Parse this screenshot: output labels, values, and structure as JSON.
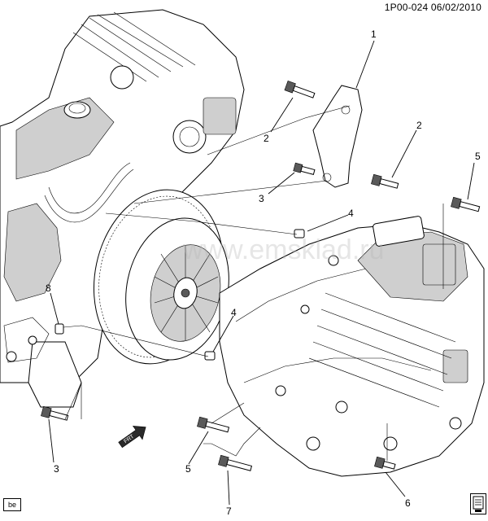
{
  "header": {
    "text": "1P00-024  06/02/2010"
  },
  "watermark": {
    "text": "www.emsklad.ru"
  },
  "front_arrow": {
    "label": "FRT"
  },
  "corner": {
    "label": "be"
  },
  "icons": {
    "doc": "document-icon"
  },
  "callouts": [
    {
      "id": "c1",
      "text": "1"
    },
    {
      "id": "c2a",
      "text": "2"
    },
    {
      "id": "c2b",
      "text": "2"
    },
    {
      "id": "c3a",
      "text": "3"
    },
    {
      "id": "c3b",
      "text": "3"
    },
    {
      "id": "c4a",
      "text": "4"
    },
    {
      "id": "c4b",
      "text": "4"
    },
    {
      "id": "c5a",
      "text": "5"
    },
    {
      "id": "c5b",
      "text": "5"
    },
    {
      "id": "c6",
      "text": "6"
    },
    {
      "id": "c7",
      "text": "7"
    },
    {
      "id": "c8",
      "text": "8"
    }
  ]
}
